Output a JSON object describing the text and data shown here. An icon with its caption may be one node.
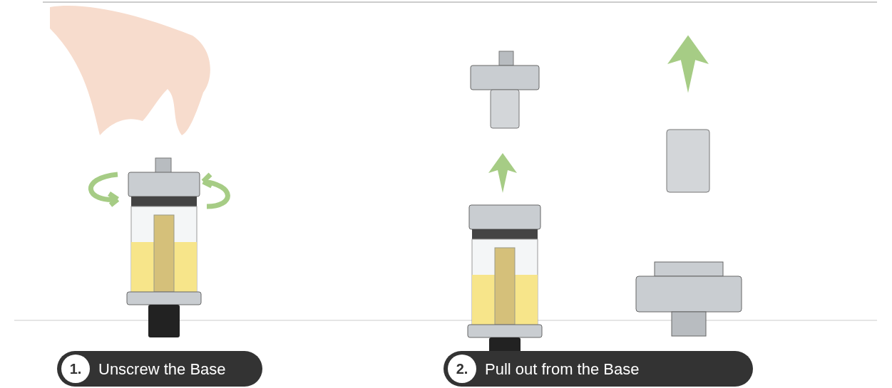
{
  "diagram": {
    "nodes": [
      {
        "text": [
          "1.",
          "Unscrew the Base"
        ]
      },
      {
        "text": [
          "2.",
          "Pull out from the Base"
        ]
      }
    ]
  }
}
